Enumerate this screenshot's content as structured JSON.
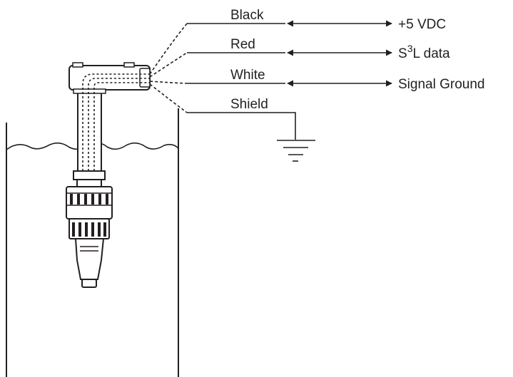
{
  "wires": {
    "black": {
      "color_name": "Black",
      "signal": "+5 VDC"
    },
    "red": {
      "color_name": "Red",
      "signal_prefix": "S",
      "signal_sup": "3",
      "signal_suffix": "L data"
    },
    "white": {
      "color_name": "White",
      "signal": "Signal Ground"
    },
    "shield": {
      "color_name": "Shield"
    }
  },
  "colors": {
    "ink": "#231f20",
    "background": "#ffffff"
  }
}
